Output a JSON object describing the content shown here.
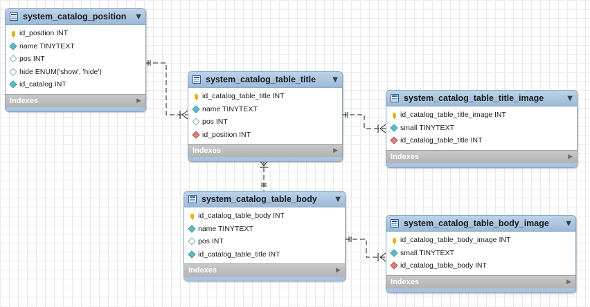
{
  "tables": [
    {
      "id": "position",
      "name": "system_catalog_position",
      "columns": [
        {
          "icon": "key",
          "text": "id_position INT"
        },
        {
          "icon": "filled",
          "text": "name TINYTEXT"
        },
        {
          "icon": "empty",
          "text": "pos INT"
        },
        {
          "icon": "empty",
          "text": "hide ENUM('show', 'hide')"
        },
        {
          "icon": "filled",
          "text": "id_catalog INT"
        }
      ],
      "indexes_label": "Indexes"
    },
    {
      "id": "title",
      "name": "system_catalog_table_title",
      "columns": [
        {
          "icon": "key",
          "text": "id_catalog_table_title INT"
        },
        {
          "icon": "filled",
          "text": "name TINYTEXT"
        },
        {
          "icon": "empty",
          "text": "pos INT"
        },
        {
          "icon": "fk",
          "text": "id_position INT"
        }
      ],
      "indexes_label": "Indexes"
    },
    {
      "id": "title_image",
      "name": "system_catalog_table_title_image",
      "columns": [
        {
          "icon": "key",
          "text": "id_catalog_table_title_image INT"
        },
        {
          "icon": "filled",
          "text": "small TINYTEXT"
        },
        {
          "icon": "fk",
          "text": "id_catalog_table_title INT"
        }
      ],
      "indexes_label": "Indexes"
    },
    {
      "id": "body",
      "name": "system_catalog_table_body",
      "columns": [
        {
          "icon": "key",
          "text": "id_catalog_table_body INT"
        },
        {
          "icon": "filled",
          "text": "name TINYTEXT"
        },
        {
          "icon": "empty",
          "text": "pos INT"
        },
        {
          "icon": "filled",
          "text": "id_catalog_table_title INT"
        }
      ],
      "indexes_label": "Indexes"
    },
    {
      "id": "body_image",
      "name": "system_catalog_table_body_image",
      "columns": [
        {
          "icon": "key",
          "text": "id_catalog_table_body_image INT"
        },
        {
          "icon": "filled",
          "text": "small TINYTEXT"
        },
        {
          "icon": "fk",
          "text": "id_catalog_table_body INT"
        }
      ],
      "indexes_label": "Indexes"
    }
  ],
  "colors": {
    "header": "#9bbad8",
    "border": "#8aa6c1",
    "indexes_bar": "#b3b3b3",
    "primary_key": "#e8b400",
    "column": "#5fbcc6",
    "foreign_key": "#d88080",
    "connector": "#1a1a1a"
  }
}
